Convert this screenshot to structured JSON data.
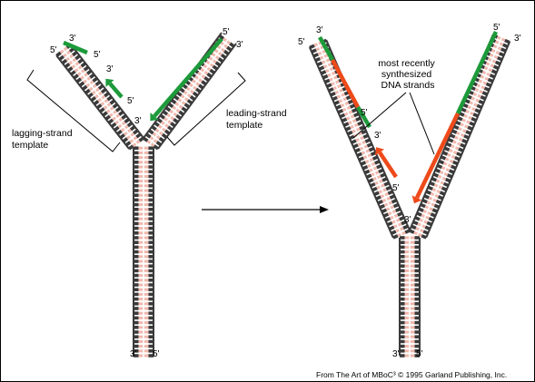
{
  "labels": {
    "lagging_template": [
      "lagging-strand",
      "template"
    ],
    "leading_template": [
      "leading-strand",
      "template"
    ],
    "recent_strands": [
      "most recently",
      "synthesized",
      "DNA strands"
    ]
  },
  "ends": {
    "three_prime": "3'",
    "five_prime": "5'"
  },
  "credit": "From The Art of MBoC³ © 1995 Garland Publishing, Inc.",
  "colors": {
    "backbone": "#3a3a3a",
    "base_pair": "#f0b8ad",
    "new_strand": "#1d9a3a",
    "recent_strand": "#ee4a1a",
    "arrow": "#000000"
  }
}
